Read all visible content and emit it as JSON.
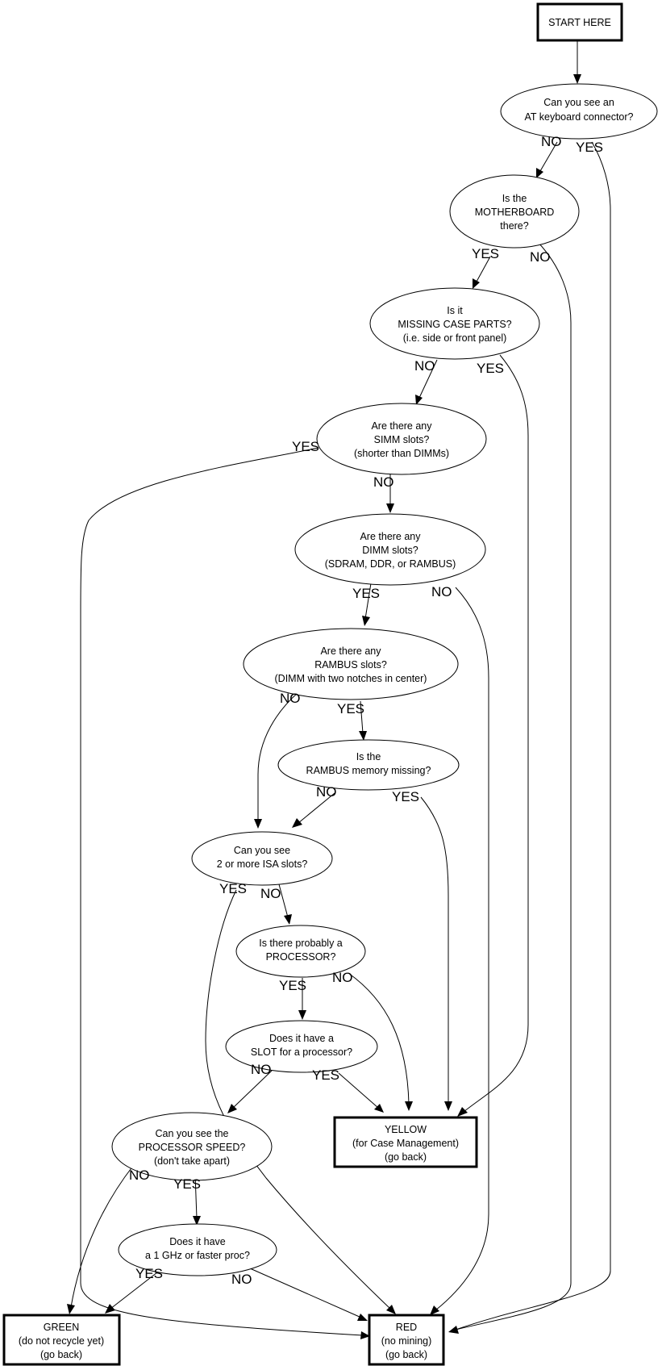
{
  "nodes": {
    "start": [
      "START HERE"
    ],
    "at_keyboard": [
      "Can you see an",
      "AT keyboard connector?"
    ],
    "motherboard": [
      "Is the",
      "MOTHERBOARD",
      "there?"
    ],
    "missing_case": [
      "Is it",
      "MISSING CASE PARTS?",
      "(i.e. side or front panel)"
    ],
    "simm": [
      "Are there any",
      "SIMM slots?",
      "(shorter than DIMMs)"
    ],
    "dimm": [
      "Are there any",
      "DIMM slots?",
      "(SDRAM, DDR, or RAMBUS)"
    ],
    "rambus_slots": [
      "Are there any",
      "RAMBUS slots?",
      "(DIMM with two notches in center)"
    ],
    "rambus_missing": [
      "Is the",
      "RAMBUS memory missing?"
    ],
    "isa": [
      "Can you see",
      "2 or more ISA slots?"
    ],
    "processor": [
      "Is there probably a",
      "PROCESSOR?"
    ],
    "slot_proc": [
      "Does it have a",
      "SLOT for a processor?"
    ],
    "proc_speed": [
      "Can you see the",
      "PROCESSOR SPEED?",
      "(don't take apart)"
    ],
    "ghz": [
      "Does it have",
      "a 1 GHz or faster proc?"
    ],
    "yellow": [
      "YELLOW",
      "(for Case Management)",
      "(go back)"
    ],
    "green": [
      "GREEN",
      "(do not recycle yet)",
      "(go back)"
    ],
    "red": [
      "RED",
      "(no mining)",
      "(go back)"
    ]
  },
  "edge_labels": {
    "at_no": "NO",
    "at_yes": "YES",
    "mb_yes": "YES",
    "mb_no": "NO",
    "mc_no": "NO",
    "mc_yes": "YES",
    "simm_yes": "YES",
    "simm_no": "NO",
    "dimm_yes": "YES",
    "dimm_no": "NO",
    "rs_no": "NO",
    "rs_yes": "YES",
    "rm_no": "NO",
    "rm_yes": "YES",
    "isa_yes": "YES",
    "isa_no": "NO",
    "proc_yes": "YES",
    "proc_no": "NO",
    "slot_no": "NO",
    "slot_yes": "YES",
    "speed_no": "NO",
    "speed_yes": "YES",
    "ghz_yes": "YES",
    "ghz_no": "NO"
  }
}
